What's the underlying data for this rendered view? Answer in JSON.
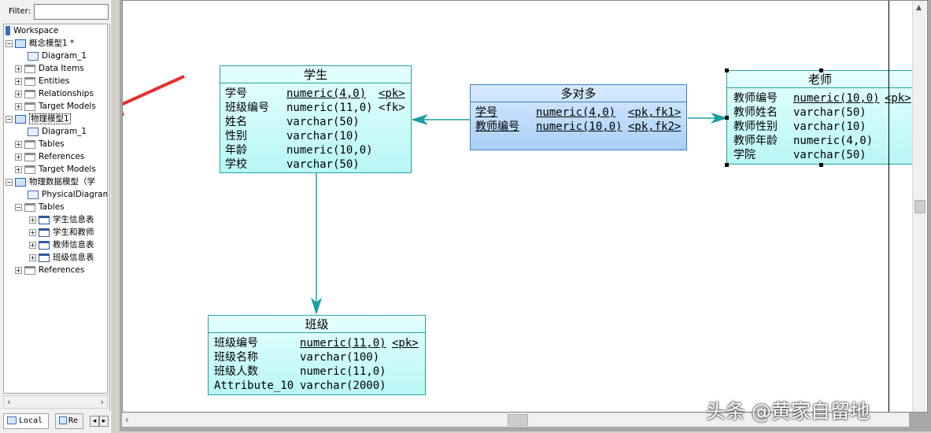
{
  "filter": {
    "label": "Filter:",
    "value": ""
  },
  "tree": {
    "workspace": "Workspace",
    "cdm": {
      "label": "概念模型1 *",
      "children": [
        "Diagram_1",
        "Data Items",
        "Entities",
        "Relationships",
        "Target Models"
      ]
    },
    "pdm1": {
      "label": "物理模型1",
      "children": [
        "Diagram_1",
        "Tables",
        "References",
        "Target Models"
      ]
    },
    "pdm2": {
      "label": "物理数据模型（学",
      "diagram": "PhysicalDiagram_",
      "tables_label": "Tables",
      "tables": [
        "学生信息表",
        "学生和教师",
        "教师信息表",
        "班级信息表"
      ],
      "references": "References"
    }
  },
  "bottom_tabs": {
    "local": "Local",
    "repo": "Re"
  },
  "entities": {
    "student": {
      "title": "学生",
      "attrs": [
        {
          "name": "学号",
          "type": "numeric(4,0)",
          "key": "<pk>"
        },
        {
          "name": "班级编号",
          "type": "numeric(11,0)",
          "key": "<fk>"
        },
        {
          "name": "姓名",
          "type": "varchar(50)",
          "key": ""
        },
        {
          "name": "性别",
          "type": "varchar(10)",
          "key": ""
        },
        {
          "name": "年龄",
          "type": "numeric(10,0)",
          "key": ""
        },
        {
          "name": "学校",
          "type": "varchar(50)",
          "key": ""
        }
      ]
    },
    "many": {
      "title": "多对多",
      "attrs": [
        {
          "name": "学号",
          "type": "numeric(4,0)",
          "key": "<pk,fk1>"
        },
        {
          "name": "教师编号",
          "type": "numeric(10,0)",
          "key": "<pk,fk2>"
        }
      ]
    },
    "teacher": {
      "title": "老师",
      "attrs": [
        {
          "name": "教师编号",
          "type": "numeric(10,0)",
          "key": "<pk>"
        },
        {
          "name": "教师姓名",
          "type": "varchar(50)",
          "key": ""
        },
        {
          "name": "教师性别",
          "type": "varchar(10)",
          "key": ""
        },
        {
          "name": "教师年龄",
          "type": "numeric(4,0)",
          "key": ""
        },
        {
          "name": "学院",
          "type": "varchar(50)",
          "key": ""
        }
      ]
    },
    "class": {
      "title": "班级",
      "attrs": [
        {
          "name": "班级编号",
          "type": "numeric(11,0)",
          "key": "<pk>"
        },
        {
          "name": "班级名称",
          "type": "varchar(100)",
          "key": ""
        },
        {
          "name": "班级人数",
          "type": "numeric(11,0)",
          "key": ""
        },
        {
          "name": "Attribute_10",
          "type": "varchar(2000)",
          "key": ""
        }
      ]
    }
  },
  "watermark": "头条 @黄家自留地",
  "colors": {
    "entity_border": "#2aa0a0",
    "link": "#1a9f9f",
    "annotation_arrow": "#e53030"
  }
}
